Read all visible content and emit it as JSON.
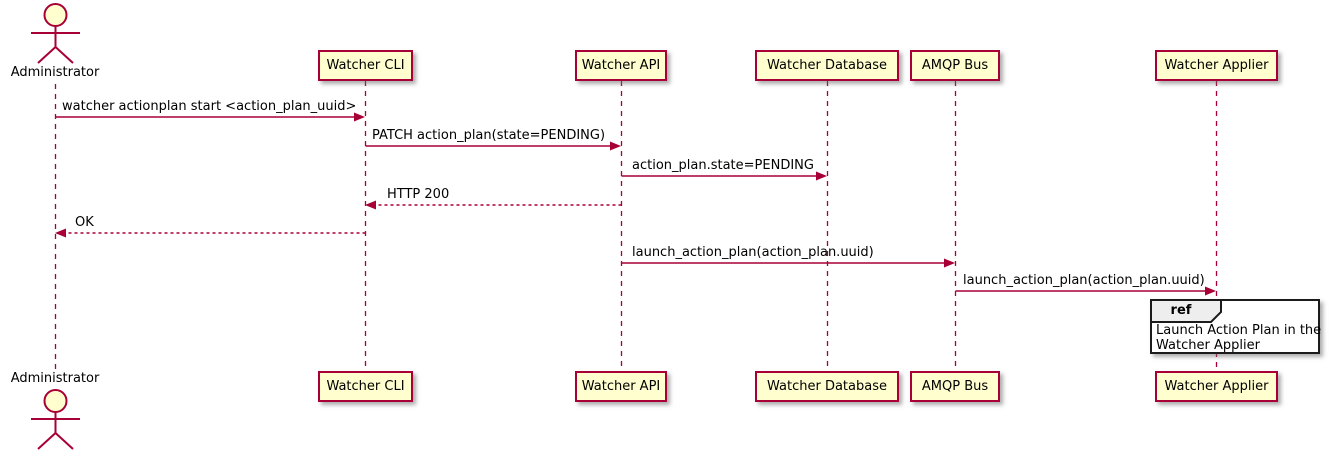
{
  "diagram_type": "uml-sequence-diagram",
  "colors": {
    "participant_fill": "#FEFECE",
    "participant_border": "#A80036",
    "lifeline": "#A80036",
    "arrow": "#A80036",
    "text": "#000000",
    "ref_border": "#1b1b1b",
    "ref_tab_fill": "#EEEEEE"
  },
  "actor": {
    "label": "Administrator"
  },
  "participants": [
    {
      "label": "Watcher CLI"
    },
    {
      "label": "Watcher API"
    },
    {
      "label": "Watcher Database"
    },
    {
      "label": "AMQP Bus"
    },
    {
      "label": "Watcher Applier"
    }
  ],
  "messages": [
    {
      "label": "watcher actionplan start <action_plan_uuid>",
      "from": "Administrator",
      "to": "Watcher CLI",
      "line": "solid"
    },
    {
      "label": "PATCH action_plan(state=PENDING)",
      "from": "Watcher CLI",
      "to": "Watcher API",
      "line": "solid"
    },
    {
      "label": "action_plan.state=PENDING",
      "from": "Watcher API",
      "to": "Watcher Database",
      "line": "solid"
    },
    {
      "label": "HTTP 200",
      "from": "Watcher API",
      "to": "Watcher CLI",
      "line": "dashed"
    },
    {
      "label": "OK",
      "from": "Watcher CLI",
      "to": "Administrator",
      "line": "dashed"
    },
    {
      "label": "launch_action_plan(action_plan.uuid)",
      "from": "Watcher API",
      "to": "AMQP Bus",
      "line": "solid"
    },
    {
      "label": "launch_action_plan(action_plan.uuid)",
      "from": "AMQP Bus",
      "to": "Watcher Applier",
      "line": "solid"
    }
  ],
  "ref": {
    "keyword": "ref",
    "line1": "Launch Action Plan in the",
    "line2": "Watcher Applier"
  }
}
